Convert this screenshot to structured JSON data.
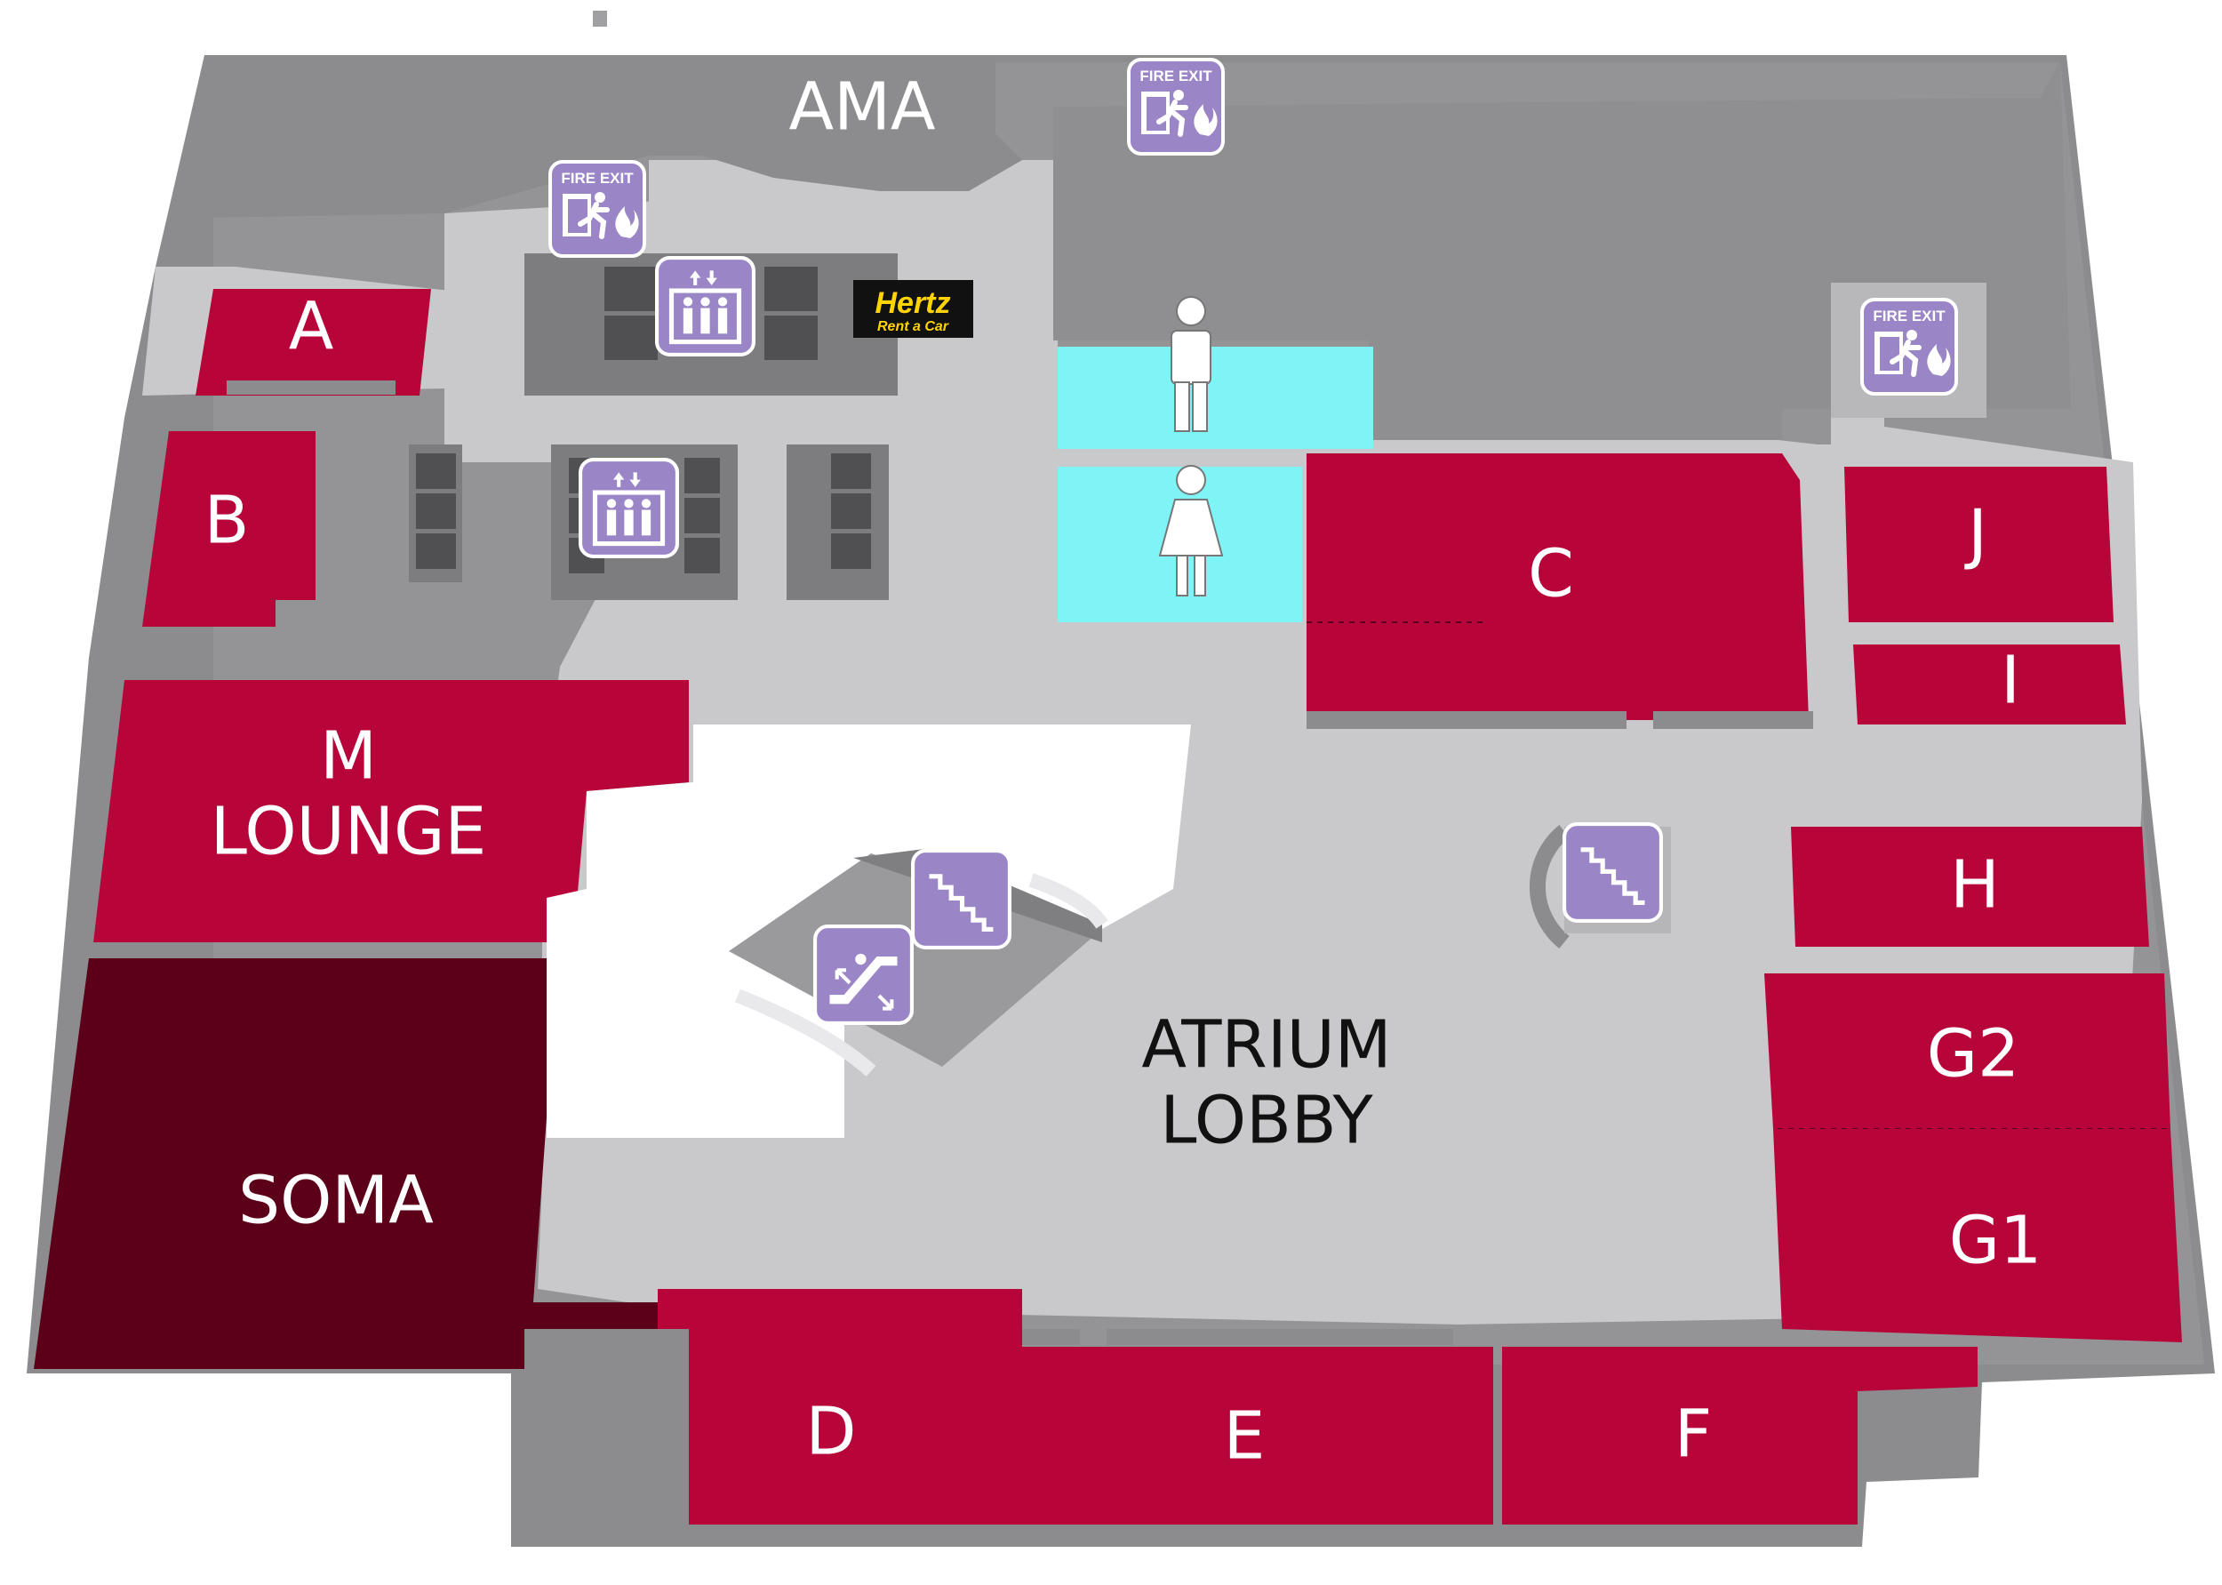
{
  "colors": {
    "room": "#b7053a",
    "room_dark": "#5c0019",
    "floor": "#c9c9cb",
    "wall": "#8c8c8f",
    "wall_dark": "#6a6a6d",
    "restroom": "#7ff4f6",
    "icon_bg": "#9a86c7",
    "icon_border": "#ffffff",
    "room_text": "#ffffff",
    "lobby_text": "#111111",
    "brand_bg": "#111111",
    "brand_text": "#ffd400"
  },
  "rooms": {
    "ama": "AMA",
    "a": "A",
    "b": "B",
    "c": "C",
    "d": "D",
    "e": "E",
    "f": "F",
    "g1": "G1",
    "g2": "G2",
    "h": "H",
    "i": "I",
    "j": "J",
    "m_lounge_line1": "M",
    "m_lounge_line2": "LOUNGE",
    "soma": "SOMA",
    "atrium_line1": "ATRIUM",
    "atrium_line2": "LOBBY"
  },
  "signs": {
    "fire_exit": "FIRE EXIT"
  },
  "brand": {
    "name": "Hertz",
    "tagline": "Rent a Car"
  },
  "icons": {
    "fire_exit": "fire-exit-icon",
    "elevator": "elevator-icon",
    "stairs": "stairs-icon",
    "escalator": "escalator-icon",
    "men": "men-restroom-icon",
    "women": "women-restroom-icon"
  }
}
